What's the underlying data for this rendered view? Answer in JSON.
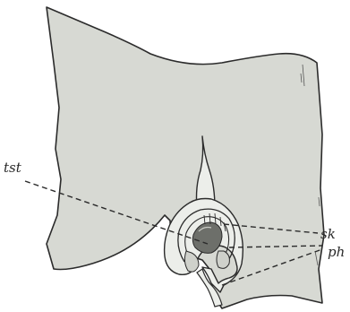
{
  "figure": {
    "labels": {
      "tst": "tst",
      "sk": "sk",
      "ph": "ph"
    },
    "colors": {
      "tissue_fill": "#d7d9d3",
      "outline": "#2b2b2b",
      "organ_fill": "#eceeea",
      "lumen_dark": "#6d6f6a"
    }
  }
}
